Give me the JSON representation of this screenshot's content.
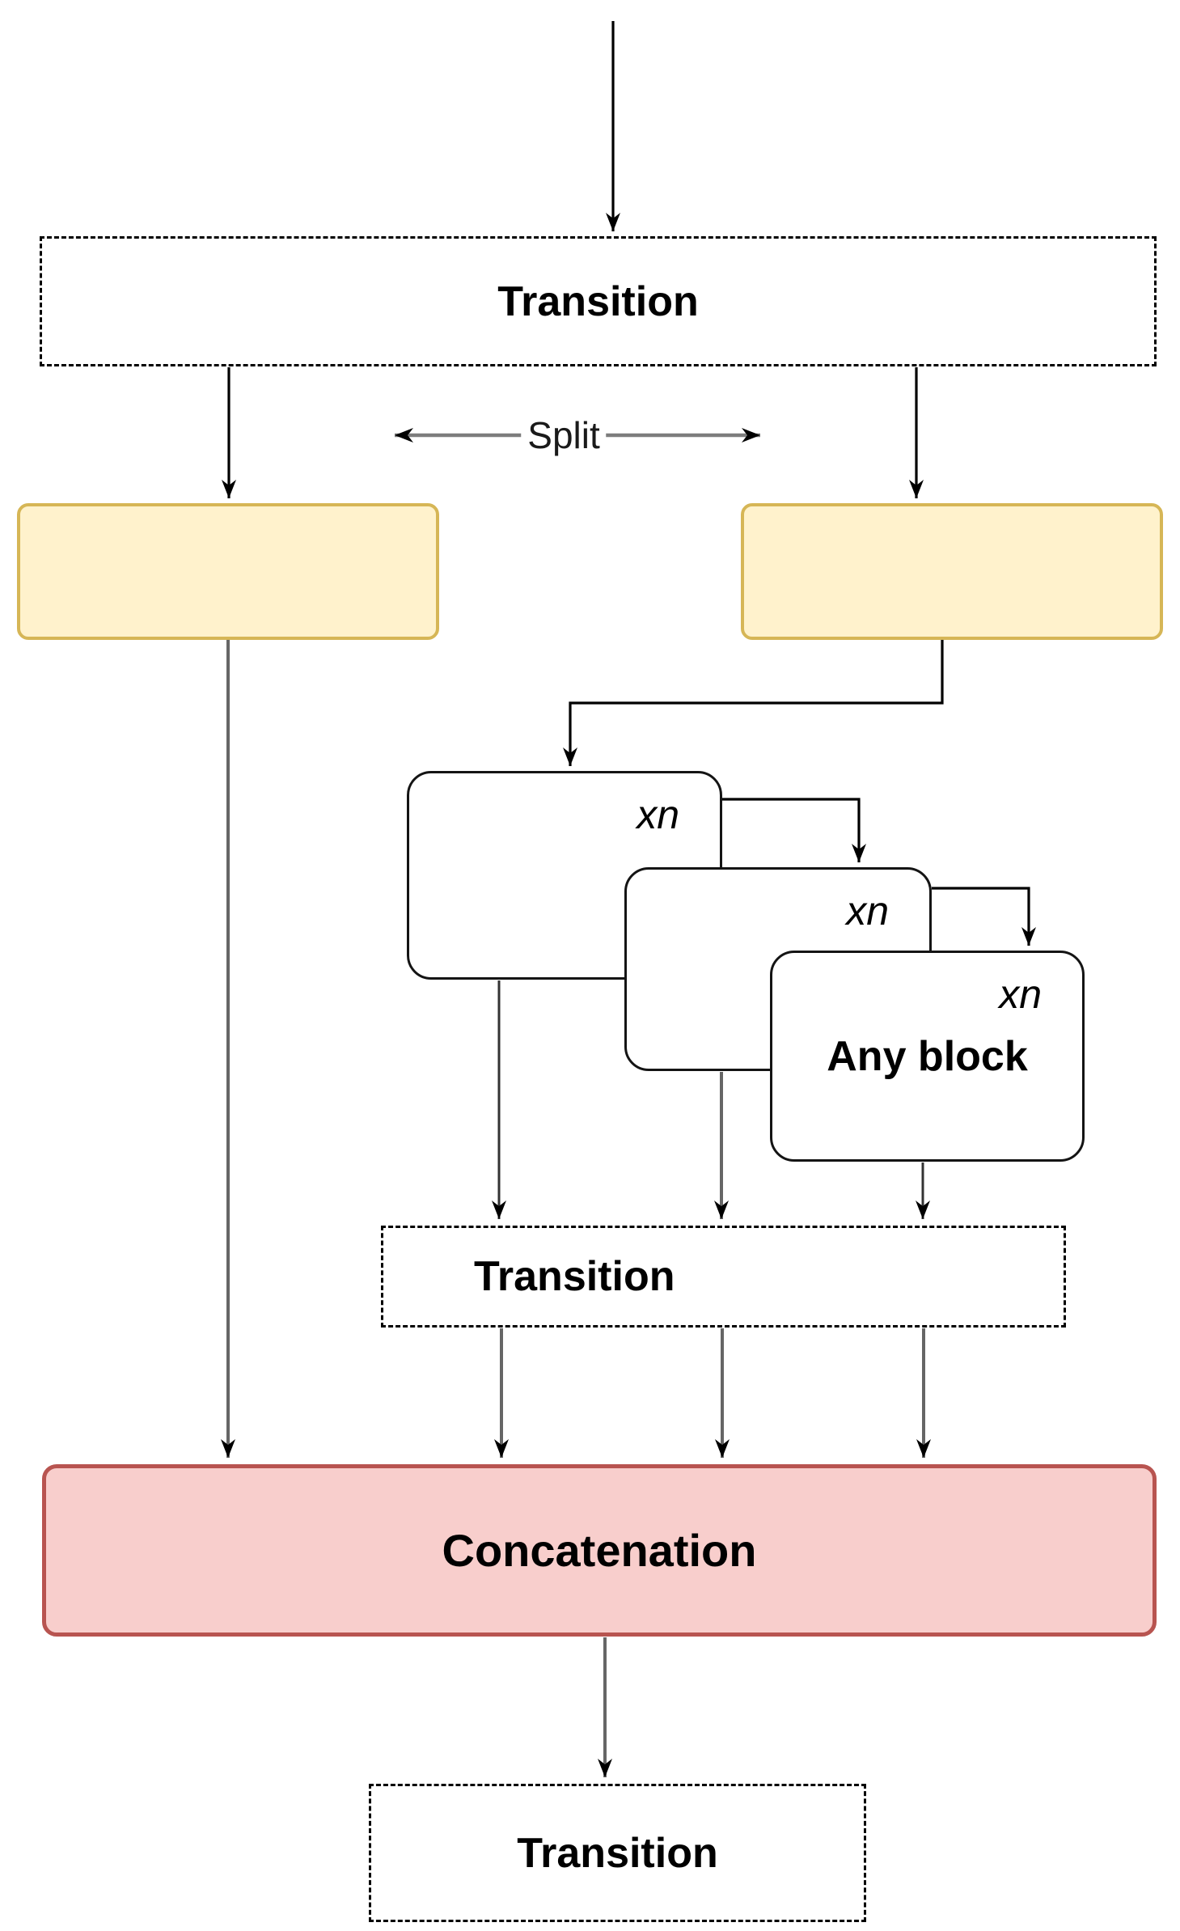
{
  "diagram": {
    "nodes": {
      "transition_top": {
        "label": "Transition"
      },
      "branch_left": {
        "label": ""
      },
      "branch_right": {
        "label": ""
      },
      "repeat_blocks": [
        {
          "count_label": "xn",
          "label": ""
        },
        {
          "count_label": "xn",
          "label": ""
        },
        {
          "count_label": "xn",
          "label": "Any block"
        }
      ],
      "transition_mid": {
        "label": "Transition"
      },
      "concatenation": {
        "label": "Concatenation"
      },
      "transition_bottom": {
        "label": "Transition"
      }
    },
    "edges": {
      "split_label": "Split"
    },
    "colors": {
      "branch_fill": "#FFF2CC",
      "branch_border": "#D6B656",
      "concat_fill": "#F8CECC",
      "concat_border": "#B85450",
      "dashed_border": "#000000",
      "wire_dark": "#000000",
      "wire_gray": "#666666"
    }
  }
}
